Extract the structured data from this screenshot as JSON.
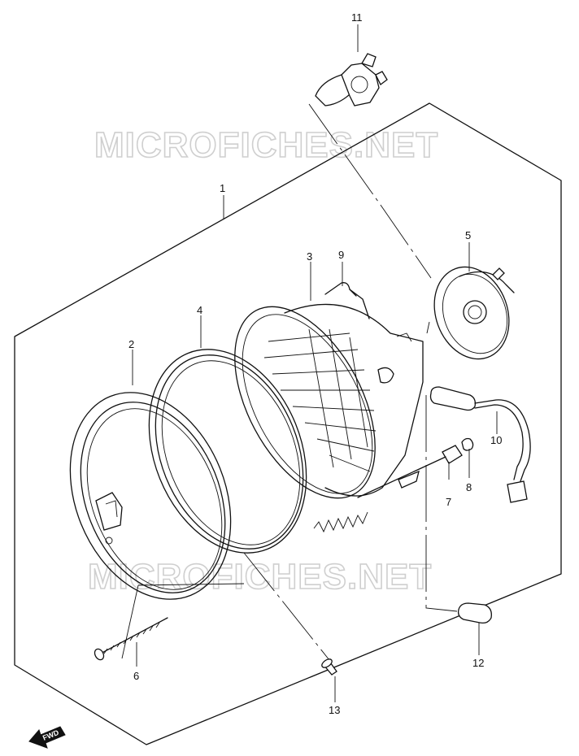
{
  "watermark": "MICROFICHES.NET",
  "callouts": {
    "c1": "1",
    "c2": "2",
    "c3": "3",
    "c4": "4",
    "c5": "5",
    "c6": "6",
    "c7": "7",
    "c8": "8",
    "c9": "9",
    "c10": "10",
    "c11": "11",
    "c12": "12",
    "c13": "13"
  },
  "fwd_label": "FWD",
  "colors": {
    "line": "#111111",
    "watermark": "#cfcfcf",
    "background": "#ffffff"
  }
}
